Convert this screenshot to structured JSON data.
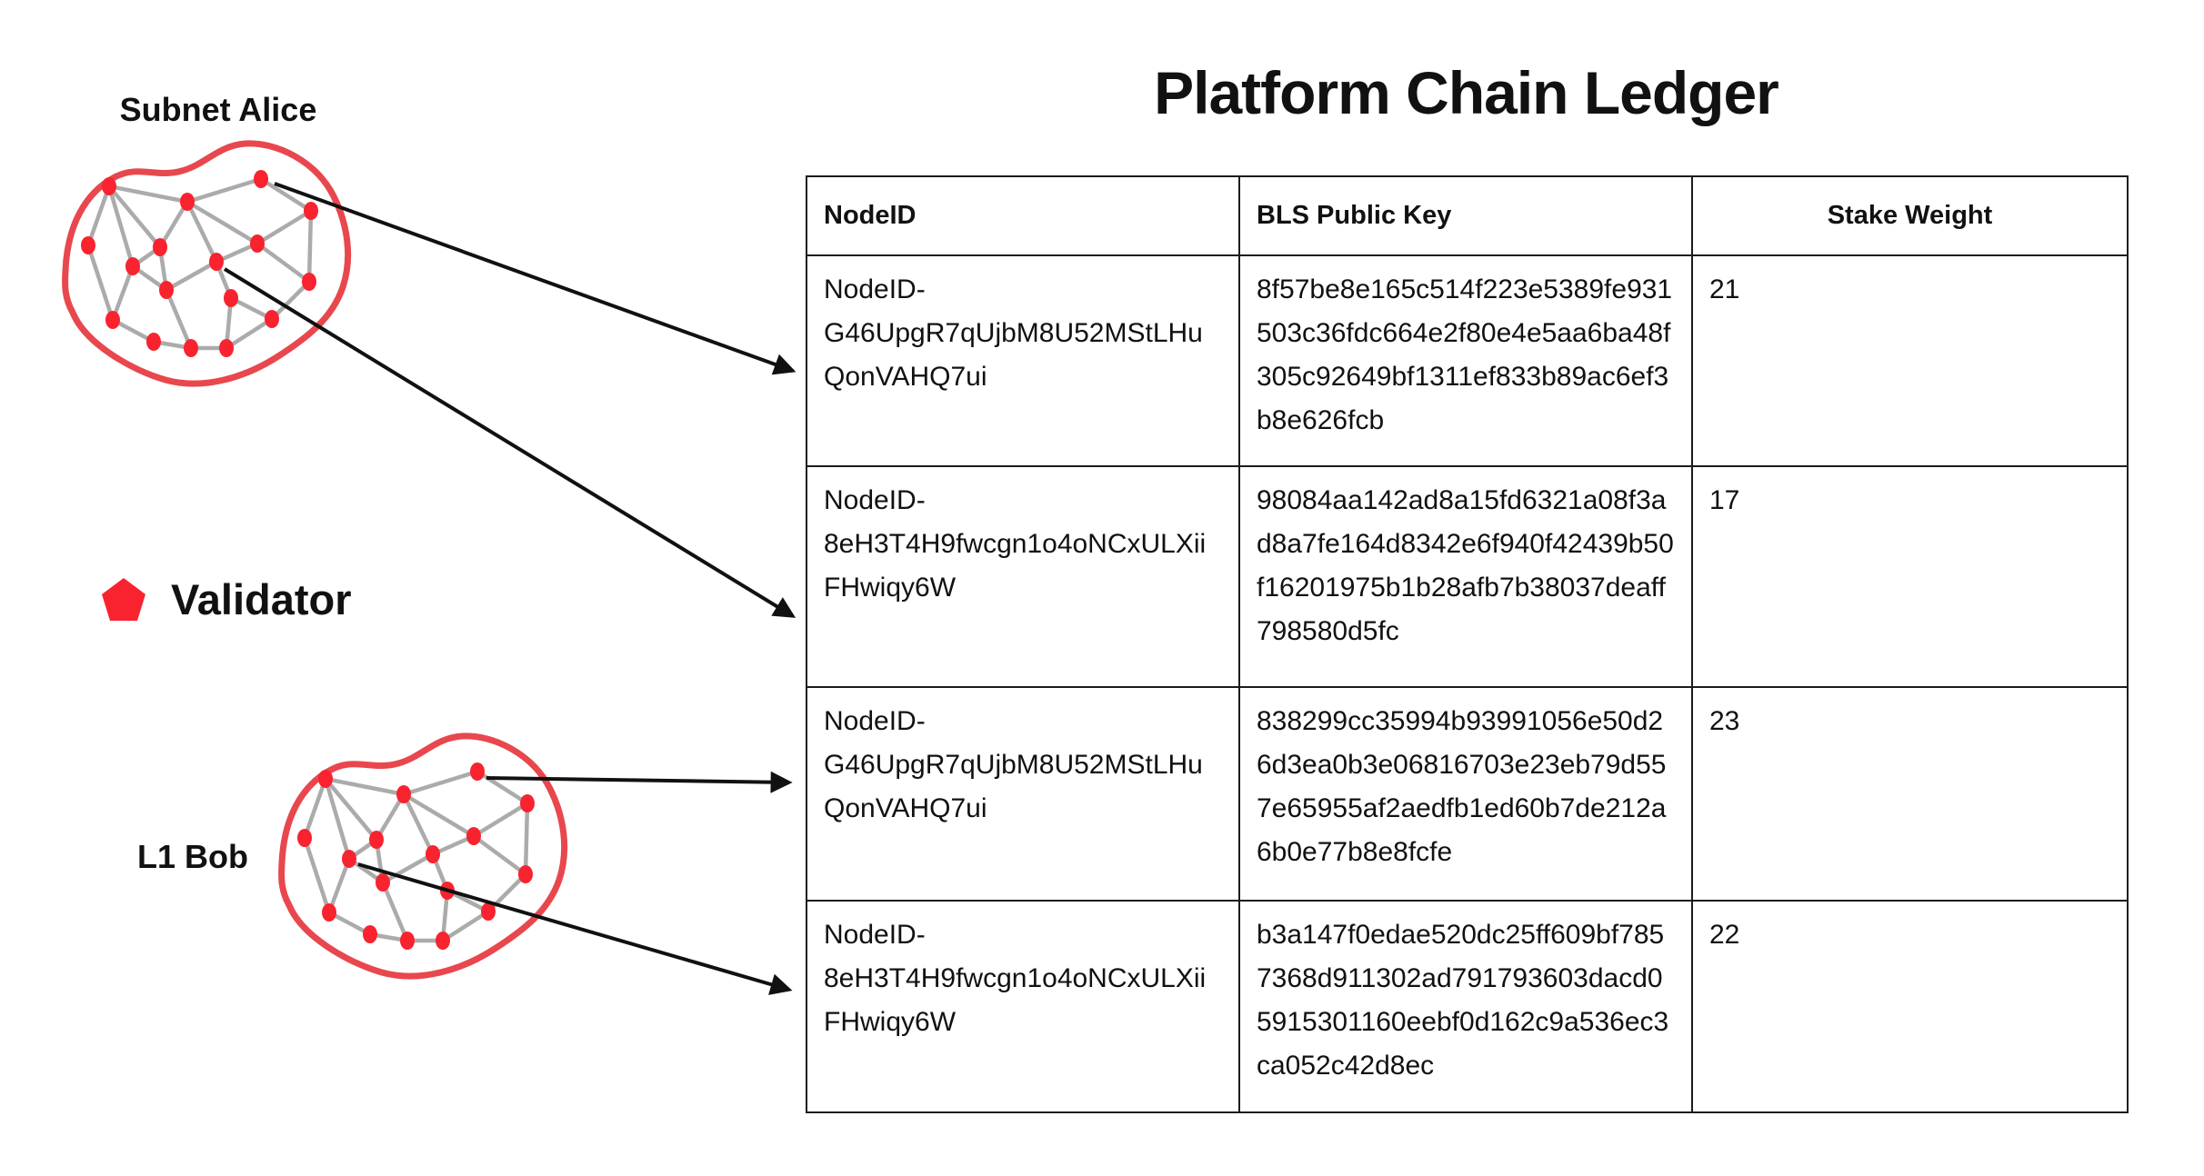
{
  "title": "Platform Chain Ledger",
  "legend": {
    "icon": "pentagon-icon",
    "label": "Validator"
  },
  "networks": [
    {
      "id": "subnet-alice",
      "label": "Subnet Alice"
    },
    {
      "id": "l1-bob",
      "label": "L1 Bob"
    }
  ],
  "table": {
    "headers": [
      "NodeID",
      "BLS Public Key",
      "Stake Weight"
    ],
    "rows": [
      {
        "node_id": "NodeID-G46UpgR7qUjbM8U52MStLHuQonVAHQ7ui",
        "bls_public_key": "8f57be8e165c514f223e5389fe931503c36fdc664e2f80e4e5aa6ba48f305c92649bf1311ef833b89ac6ef3b8e626fcb",
        "stake_weight": "21"
      },
      {
        "node_id": "NodeID-8eH3T4H9fwcgn1o4oNCxULXiiFHwiqy6W",
        "bls_public_key": "98084aa142ad8a15fd6321a08f3ad8a7fe164d8342e6f940f42439b50f16201975b1b28afb7b38037deaff798580d5fc",
        "stake_weight": "17"
      },
      {
        "node_id": "NodeID-G46UpgR7qUjbM8U52MStLHuQonVAHQ7ui",
        "bls_public_key": "838299cc35994b93991056e50d26d3ea0b3e06816703e23eb79d557e65955af2aedfb1ed60b7de212a6b0e77b8e8fcfe",
        "stake_weight": "23"
      },
      {
        "node_id": "NodeID-8eH3T4H9fwcgn1o4oNCxULXiiFHwiqy6W",
        "bls_public_key": "b3a147f0edae520dc25ff609bf7857368d911302ad791793603dacd05915301160eebf0d162c9a536ec3ca052c42d8ec",
        "stake_weight": "22"
      }
    ]
  },
  "colors": {
    "node": "#f8232e",
    "blob_stroke": "#e8474e",
    "edge": "#ababab",
    "arrow": "#111111",
    "border": "#1c1c1c",
    "text": "#111111"
  }
}
